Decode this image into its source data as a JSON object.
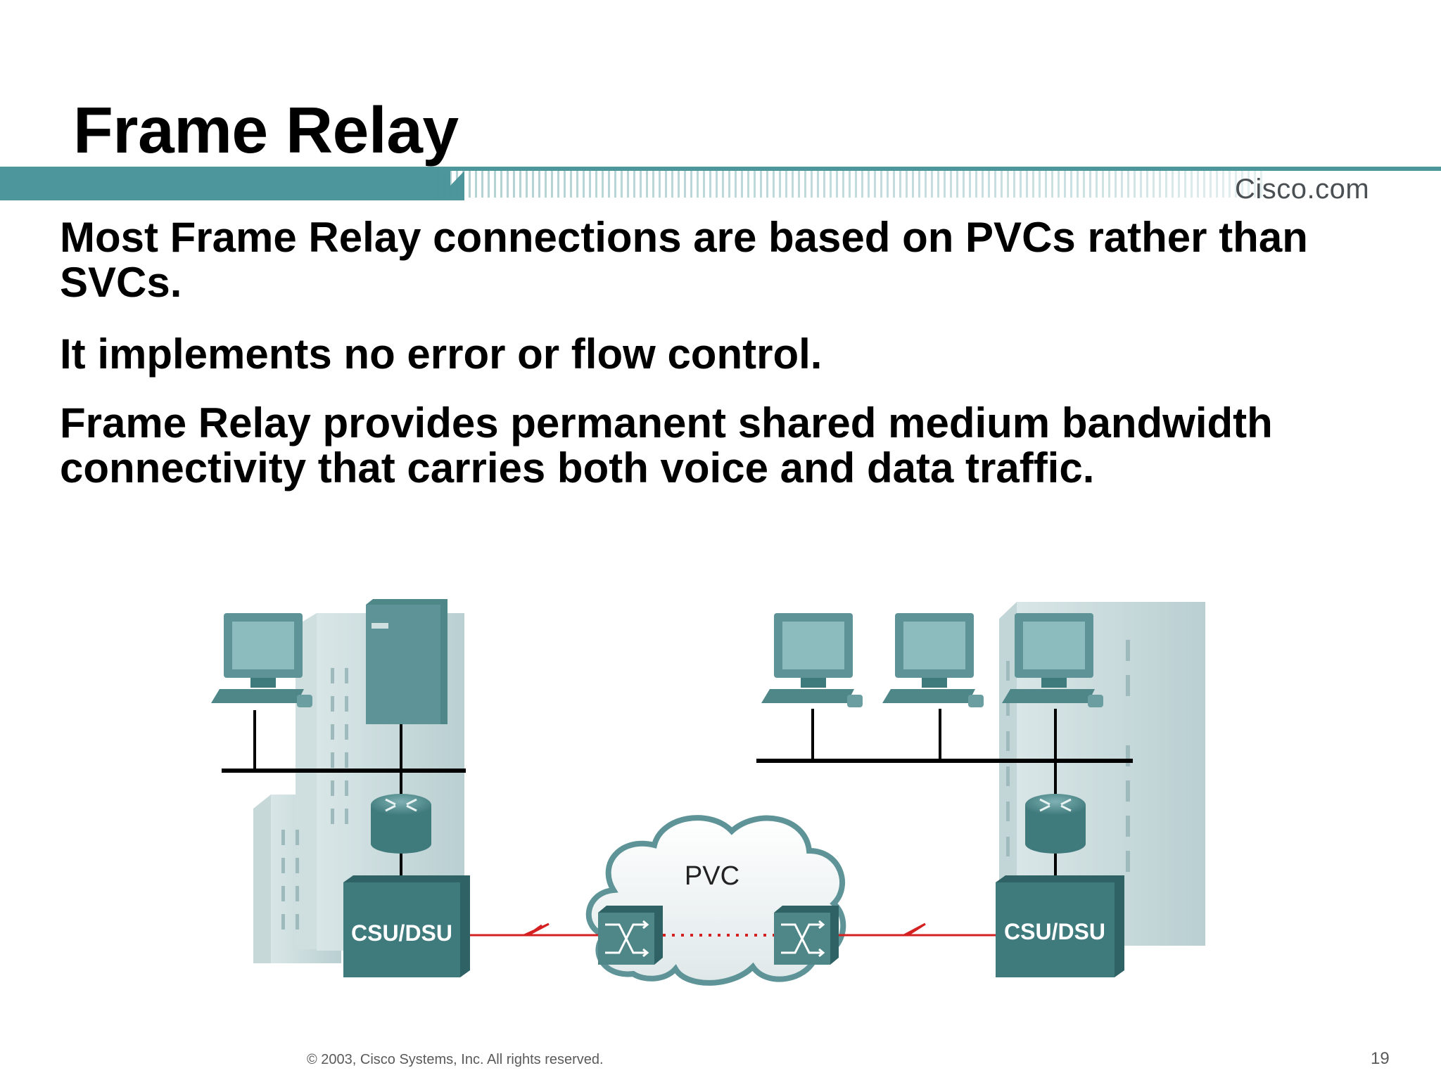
{
  "slide": {
    "title": "Frame Relay",
    "brand": "Cisco.com",
    "bullets": [
      "Most Frame Relay connections are based on PVCs rather than SVCs.",
      "It implements no error or flow control.",
      "Frame Relay provides permanent shared medium bandwidth connectivity that carries both voice and data traffic."
    ],
    "diagram": {
      "cloud_label": "PVC",
      "left_device_label": "CSU/DSU",
      "right_device_label": "CSU/DSU"
    },
    "footer": "© 2003, Cisco Systems, Inc. All rights reserved.",
    "page_number": "19"
  },
  "colors": {
    "accent_teal": "#4d969b",
    "device_teal": "#3f7a7c",
    "building_gray": "#c9d9da",
    "link_red": "#d42020"
  }
}
